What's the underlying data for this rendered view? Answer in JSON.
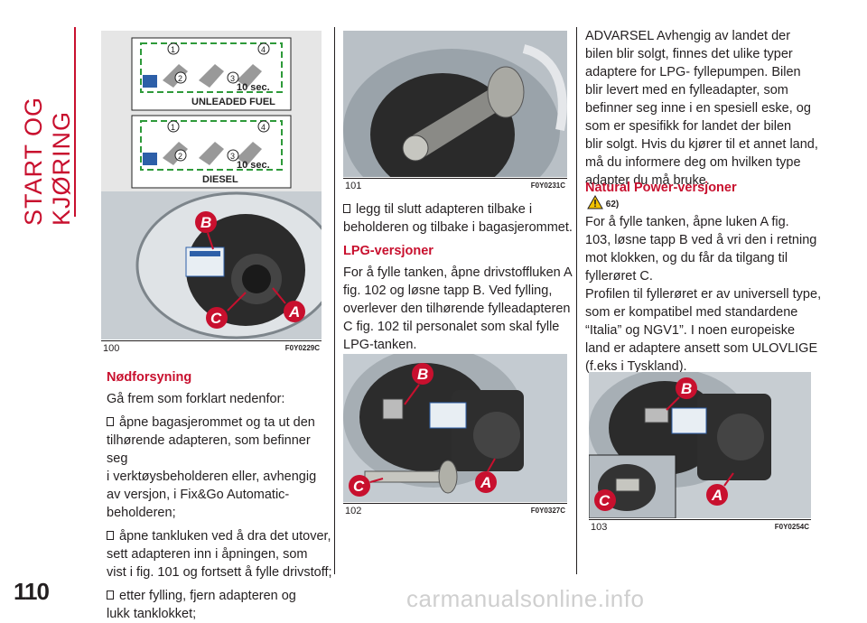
{
  "sidebar": {
    "section_title": "START OG KJØRING",
    "page_number": "110"
  },
  "figures": {
    "fig100": {
      "number": "100",
      "code": "F0Y0229C",
      "label_unleaded": "UNLEADED FUEL",
      "label_diesel": "DIESEL",
      "timer_label": "10 sec.",
      "step_labels": [
        "1",
        "2",
        "3",
        "4"
      ],
      "callouts": [
        "B",
        "C",
        "A"
      ]
    },
    "fig101": {
      "number": "101",
      "code": "F0Y0231C"
    },
    "fig102": {
      "number": "102",
      "code": "F0Y0327C",
      "callouts": [
        "B",
        "C",
        "A"
      ]
    },
    "fig103": {
      "number": "103",
      "code": "F0Y0254C",
      "callouts": [
        "B",
        "C",
        "A"
      ]
    }
  },
  "col1": {
    "heading": "Nødforsyning",
    "intro": "Gå frem som forklart nedenfor:",
    "bullets": [
      [
        "åpne bagasjerommet og ta ut den",
        "tilhørende adapteren, som befinner seg",
        "i verktøysbeholderen eller, avhengig",
        "av versjon, i Fix&Go Automatic-",
        "beholderen;"
      ],
      [
        "åpne tankluken ved å dra det utover,",
        "sett adapteren inn i åpningen, som",
        "vist i fig. 101 og fortsett å fylle drivstoff;"
      ],
      [
        "etter fylling, fjern adapteren og",
        "lukk tanklokket;"
      ]
    ]
  },
  "col2": {
    "bullet": [
      "legg til slutt adapteren tilbake i",
      "beholderen og tilbake i bagasjerommet."
    ],
    "heading": "LPG-versjoner",
    "para": [
      "For å fylle tanken, åpne drivstoffluken A",
      "fig. 102 og løsne tapp B. Ved fylling,",
      "overlever den tilhørende fylleadapteren",
      "C fig. 102 til personalet som skal fylle",
      "LPG-tanken."
    ]
  },
  "col3": {
    "warning": [
      "ADVARSEL Avhengig av landet der",
      "bilen blir solgt, finnes det ulike typer",
      "adaptere for LPG- fyllepumpen. Bilen",
      "blir levert med en fylleadapter, som",
      "befinner seg inne i en spesiell eske, og",
      "som er spesifikk for landet der bilen",
      "blir solgt. Hvis du kjører til et annet land,",
      "må du informere deg om hvilken type",
      "adapter du må bruke."
    ],
    "heading": "Natural Power-versjoner",
    "warning_ref": "62)",
    "para": [
      "For å fylle tanken, åpne luken A fig.",
      "103, løsne tapp B ved å vri den i retning",
      "mot klokken, og du får da tilgang til",
      "fyllerøret C.",
      "Profilen til fyllerøret er av universell type,",
      "som er kompatibel med standardene",
      "“Italia” og NGV1”. I noen europeiske",
      "land er adaptere ansett som ULOVLIGE",
      "(f.eks i Tyskland)."
    ]
  },
  "watermark": "carmanualsonline.info",
  "colors": {
    "accent": "#c8102e",
    "text": "#231f20",
    "callout": "#c8102e"
  }
}
